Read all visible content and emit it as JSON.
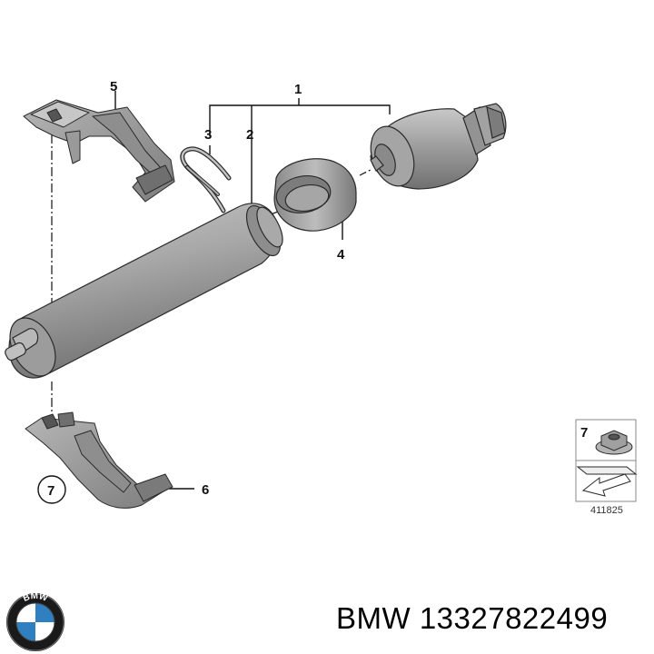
{
  "diagram": {
    "callouts": {
      "c1": "1",
      "c2": "2",
      "c3": "3",
      "c4": "4",
      "c5": "5",
      "c6": "6",
      "c7": "7"
    },
    "inset": {
      "label": "7",
      "ref_number": "411825"
    }
  },
  "footer": {
    "brand_logo_text": "BMW",
    "part_caption": "BMW 13327822499"
  },
  "colors": {
    "part_fill": "#9a9a9a",
    "part_dark": "#6e6e6e",
    "part_light": "#c4c4c4",
    "outline": "#2a2a2a",
    "logo_blue": "#2f7fc1"
  }
}
